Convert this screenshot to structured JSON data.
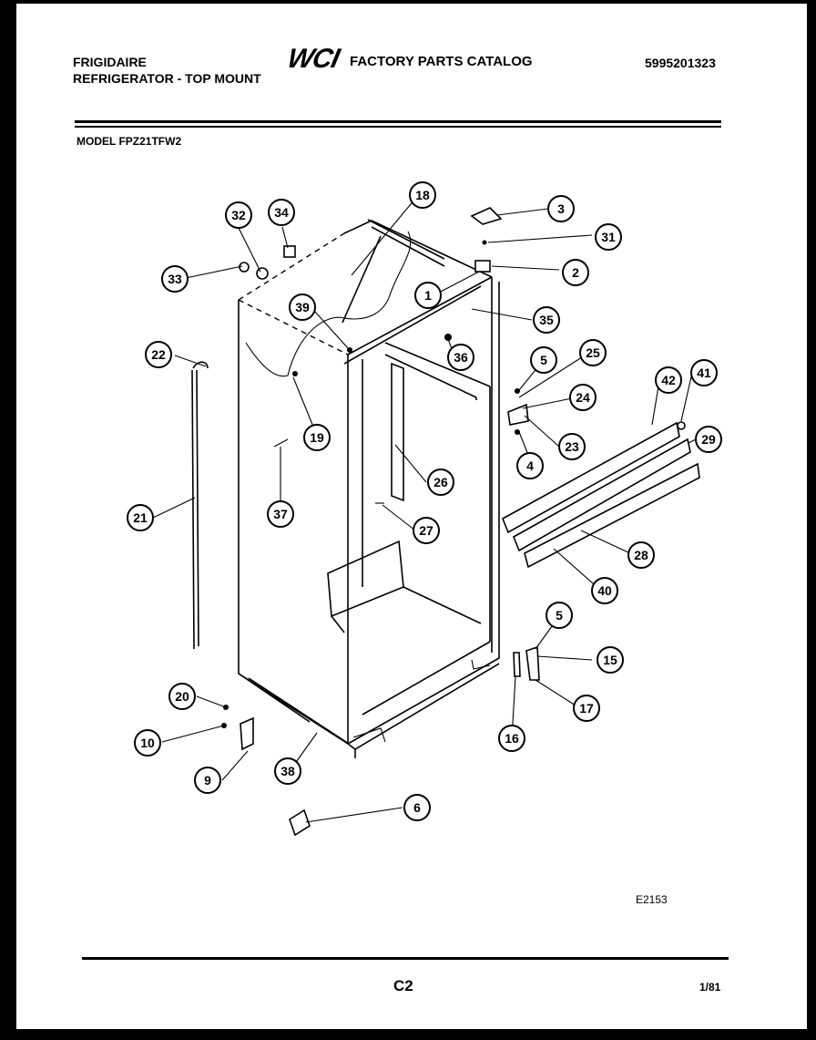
{
  "header": {
    "brand": "FRIGIDAIRE",
    "subtitle": "REFRIGERATOR - TOP MOUNT",
    "logo_text": "WCI",
    "catalog_title": "FACTORY PARTS CATALOG",
    "part_number": "5995201323",
    "model": "MODEL FPZ21TFW2"
  },
  "footer": {
    "diagram_code": "E2153",
    "page_code": "C2",
    "date": "1/81"
  },
  "callouts": [
    {
      "id": "c18",
      "label": "18"
    },
    {
      "id": "c3",
      "label": "3"
    },
    {
      "id": "c32",
      "label": "32"
    },
    {
      "id": "c34",
      "label": "34"
    },
    {
      "id": "c31",
      "label": "31"
    },
    {
      "id": "c2",
      "label": "2"
    },
    {
      "id": "c33",
      "label": "33"
    },
    {
      "id": "c1",
      "label": "1"
    },
    {
      "id": "c39",
      "label": "39"
    },
    {
      "id": "c35",
      "label": "35"
    },
    {
      "id": "c22",
      "label": "22"
    },
    {
      "id": "c36",
      "label": "36"
    },
    {
      "id": "c5a",
      "label": "5"
    },
    {
      "id": "c25",
      "label": "25"
    },
    {
      "id": "c42",
      "label": "42"
    },
    {
      "id": "c41",
      "label": "41"
    },
    {
      "id": "c24",
      "label": "24"
    },
    {
      "id": "c19",
      "label": "19"
    },
    {
      "id": "c23",
      "label": "23"
    },
    {
      "id": "c29",
      "label": "29"
    },
    {
      "id": "c4",
      "label": "4"
    },
    {
      "id": "c26",
      "label": "26"
    },
    {
      "id": "c21",
      "label": "21"
    },
    {
      "id": "c37",
      "label": "37"
    },
    {
      "id": "c27",
      "label": "27"
    },
    {
      "id": "c28",
      "label": "28"
    },
    {
      "id": "c40",
      "label": "40"
    },
    {
      "id": "c5b",
      "label": "5"
    },
    {
      "id": "c15",
      "label": "15"
    },
    {
      "id": "c20",
      "label": "20"
    },
    {
      "id": "c17",
      "label": "17"
    },
    {
      "id": "c10",
      "label": "10"
    },
    {
      "id": "c16",
      "label": "16"
    },
    {
      "id": "c38",
      "label": "38"
    },
    {
      "id": "c9",
      "label": "9"
    },
    {
      "id": "c6",
      "label": "6"
    }
  ]
}
